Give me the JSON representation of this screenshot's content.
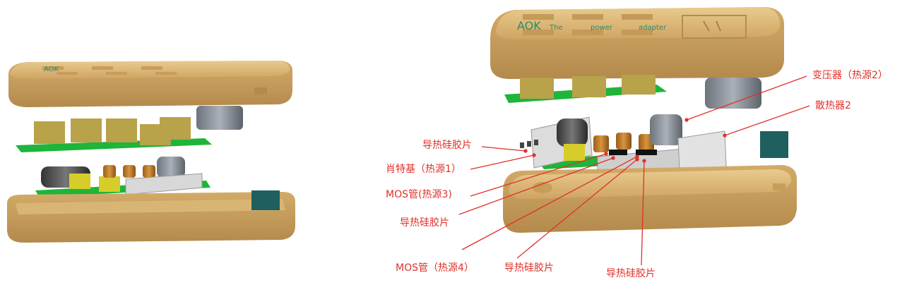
{
  "product": {
    "brand": "AOK",
    "tagline_words": [
      "The",
      "power",
      "adapter"
    ]
  },
  "callouts": {
    "transformer": "变压器（热源2）",
    "heatsink": "散热器2",
    "pad_a": "导热硅胶片",
    "schottky": "肖特基（热源1）",
    "mos3": "MOS管(热源3)",
    "pad_b": "导热硅胶片",
    "mos4": "MOS管（热源4）",
    "pad_c": "导热硅胶片",
    "pad_d": "导热硅胶片"
  },
  "colors": {
    "case": "#d6b071",
    "case_dark": "#b89052",
    "case_light": "#e6c68a",
    "pcb": "#1fb43a",
    "pcb_dark": "#138a28",
    "cap_yellow": "#b8a24a",
    "cap_orange": "#c9822c",
    "transformer": "#8a9098",
    "heatsink": "#d8d8d8",
    "connector": "#1f5f5f",
    "callout": "#e0302a",
    "logo": "#2f8a6a"
  }
}
